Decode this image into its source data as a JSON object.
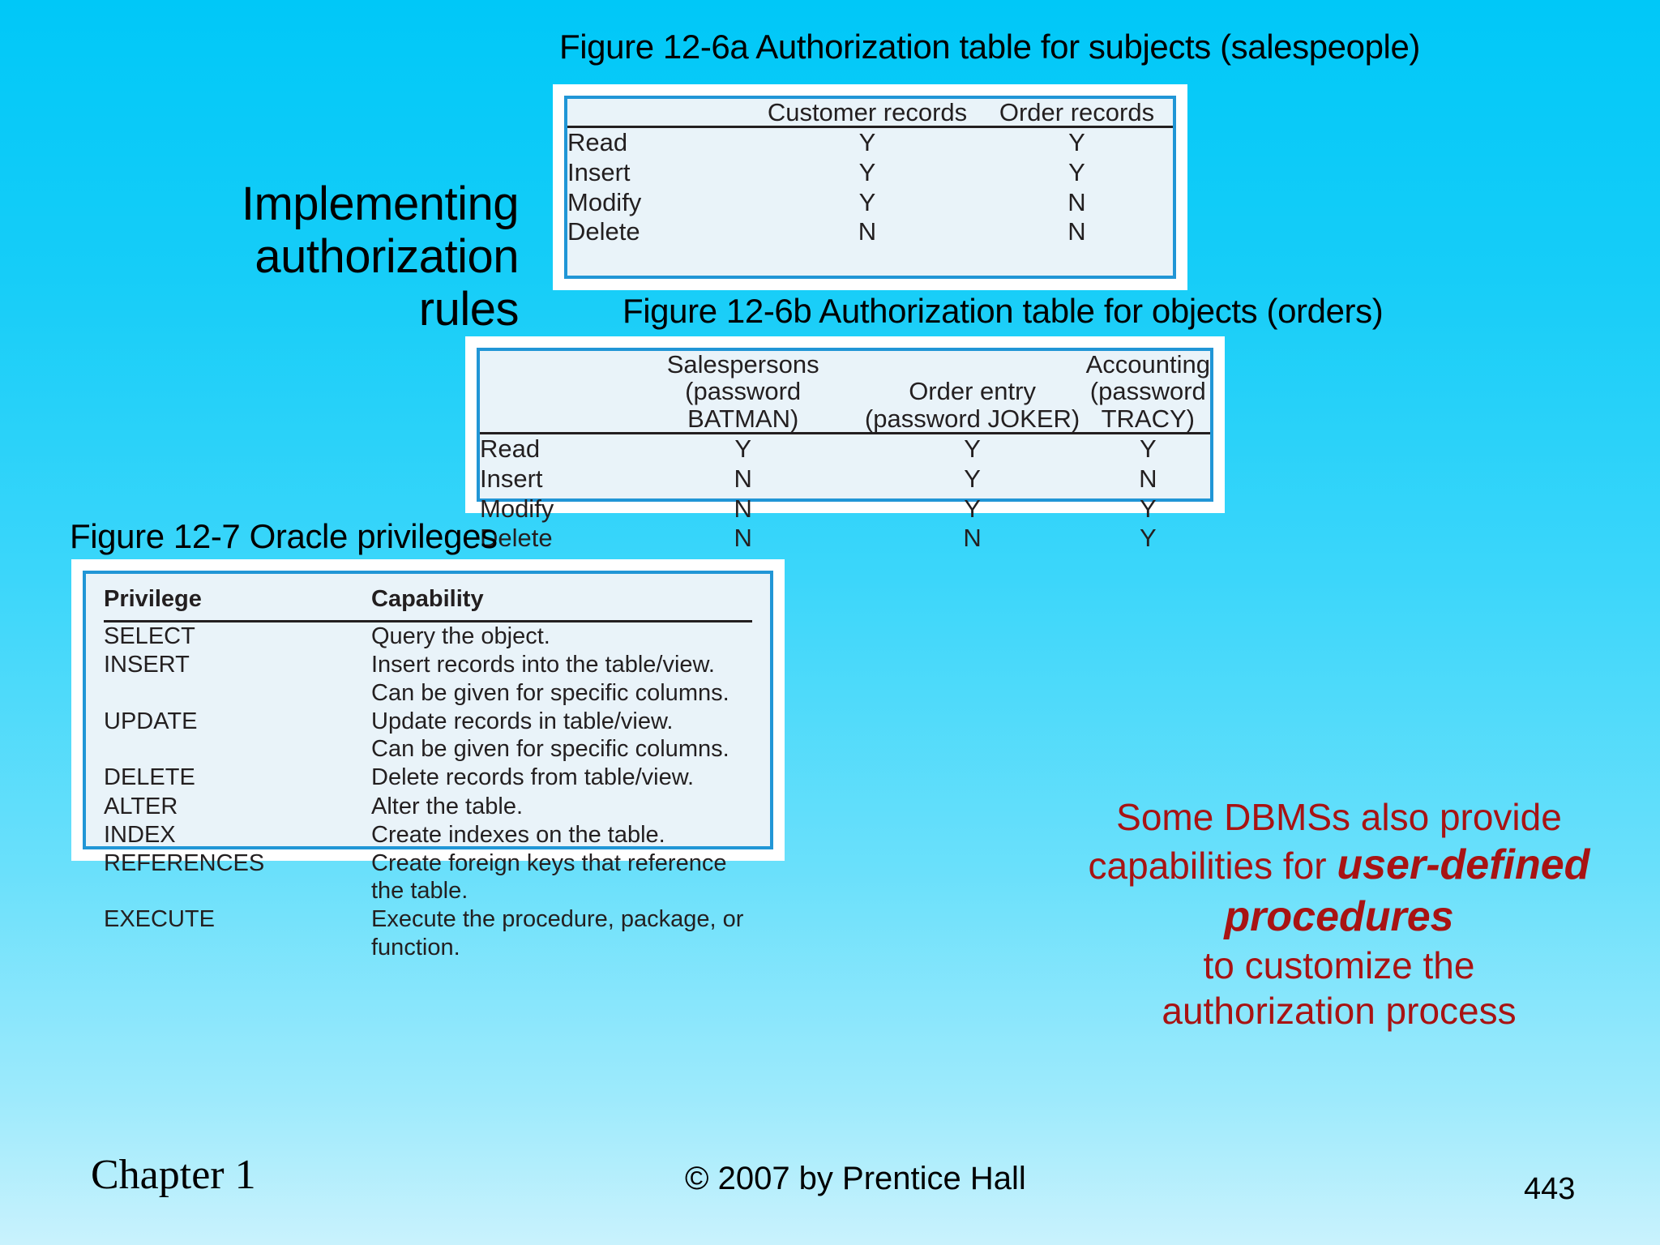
{
  "slide": {
    "title": "Implementing\nauthorization\nrules",
    "background_top_color": "#00c8f8",
    "background_bottom_color": "#c9f2fd"
  },
  "figure_6a": {
    "caption": "Figure 12-6a Authorization table for subjects (salespeople)",
    "columns": [
      "",
      "Customer records",
      "Order records"
    ],
    "rows": [
      {
        "label": "Read",
        "values": [
          "Y",
          "Y"
        ]
      },
      {
        "label": "Insert",
        "values": [
          "Y",
          "Y"
        ]
      },
      {
        "label": "Modify",
        "values": [
          "Y",
          "N"
        ]
      },
      {
        "label": "Delete",
        "values": [
          "N",
          "N"
        ]
      }
    ]
  },
  "figure_6b": {
    "caption": "Figure 12-6b Authorization table for objects (orders)",
    "columns": [
      {
        "line1": "",
        "line2": ""
      },
      {
        "line1": "Salespersons",
        "line2": "(password BATMAN)"
      },
      {
        "line1": "Order entry",
        "line2": "(password JOKER)"
      },
      {
        "line1": "Accounting",
        "line2": "(password TRACY)"
      }
    ],
    "rows": [
      {
        "label": "Read",
        "values": [
          "Y",
          "Y",
          "Y"
        ]
      },
      {
        "label": "Insert",
        "values": [
          "N",
          "Y",
          "N"
        ]
      },
      {
        "label": "Modify",
        "values": [
          "N",
          "Y",
          "Y"
        ]
      },
      {
        "label": "Delete",
        "values": [
          "N",
          "N",
          "Y"
        ]
      }
    ]
  },
  "figure_7": {
    "caption": "Figure 12-7 Oracle privileges",
    "headers": [
      "Privilege",
      "Capability"
    ],
    "rows": [
      {
        "privilege": "SELECT",
        "capability": [
          "Query the object."
        ]
      },
      {
        "privilege": "INSERT",
        "capability": [
          "Insert records into the table/view.",
          "Can be given for specific columns."
        ]
      },
      {
        "privilege": "UPDATE",
        "capability": [
          "Update records in table/view.",
          "Can be given for specific columns."
        ]
      },
      {
        "privilege": "DELETE",
        "capability": [
          "Delete records from table/view."
        ]
      },
      {
        "privilege": "ALTER",
        "capability": [
          "Alter the table."
        ]
      },
      {
        "privilege": "INDEX",
        "capability": [
          "Create indexes on the table."
        ]
      },
      {
        "privilege": "REFERENCES",
        "capability": [
          "Create foreign keys that reference the table."
        ]
      },
      {
        "privilege": "EXECUTE",
        "capability": [
          "Execute the procedure, package, or function."
        ]
      }
    ]
  },
  "callout": {
    "line1": "Some DBMSs also provide",
    "line2_prefix": "capabilities for ",
    "emphasis": "user-defined procedures",
    "line3": "to customize the",
    "line4": "authorization process",
    "color": "#a81313"
  },
  "footer": {
    "chapter": "Chapter 1",
    "copyright": "© 2007 by Prentice Hall",
    "page": "443"
  }
}
